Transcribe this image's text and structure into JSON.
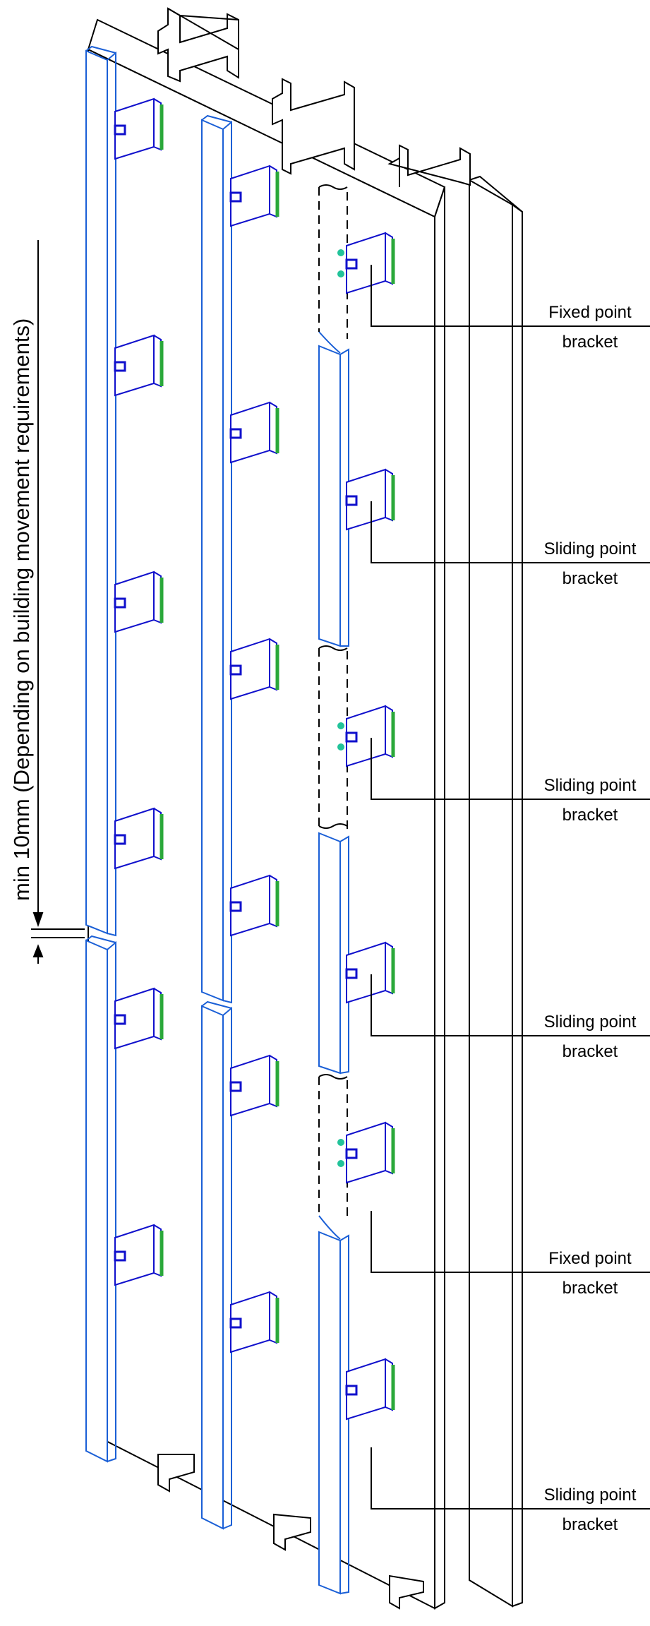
{
  "colors": {
    "structure": "#000000",
    "rail": "#1a5fd6",
    "bracket": "#1010cc",
    "bracket_edge": "#2aa83a",
    "fixing_dot": "#22c39a"
  },
  "dimension": {
    "text": "min 10mm (Depending on building movement requirements)"
  },
  "callouts": [
    {
      "line1": "Fixed point",
      "line2": "bracket"
    },
    {
      "line1": "Sliding point",
      "line2": "bracket"
    },
    {
      "line1": "Sliding point",
      "line2": "bracket"
    },
    {
      "line1": "Sliding point",
      "line2": "bracket"
    },
    {
      "line1": "Fixed point",
      "line2": "bracket"
    },
    {
      "line1": "Sliding point",
      "line2": "bracket"
    }
  ]
}
